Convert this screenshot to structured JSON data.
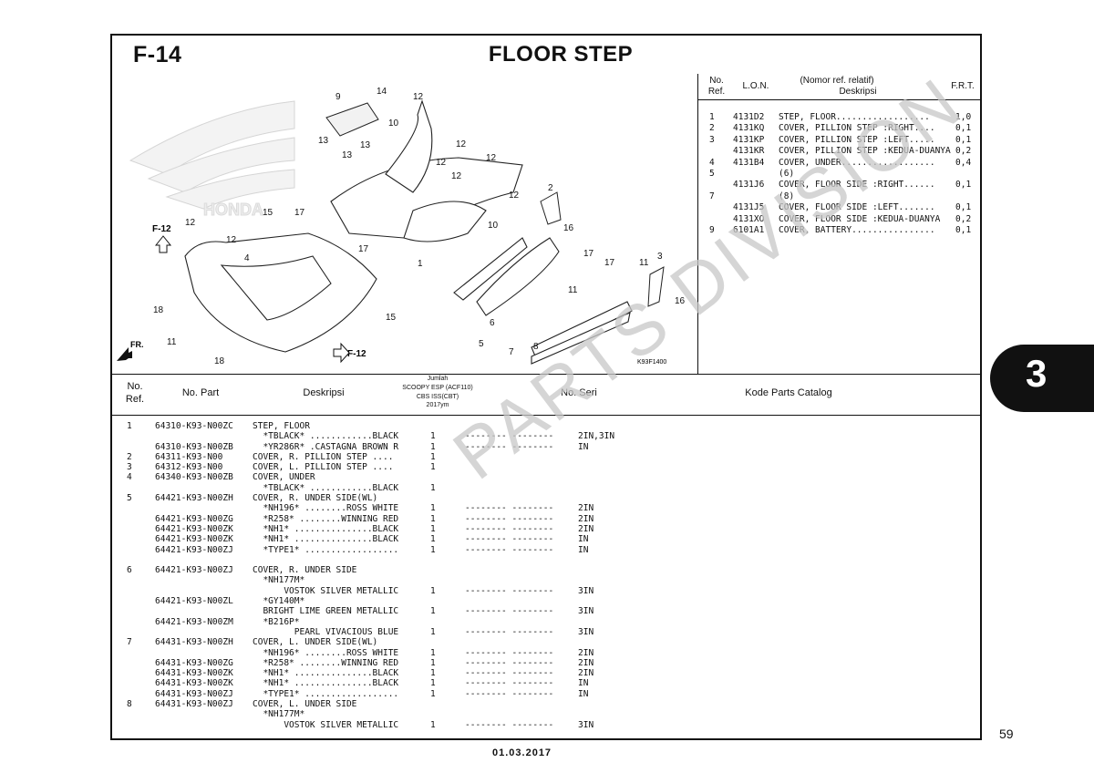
{
  "header": {
    "code": "F-14",
    "title": "FLOOR STEP"
  },
  "diagram": {
    "ref_labels": [
      "9",
      "14",
      "12",
      "10",
      "13",
      "13",
      "13",
      "12",
      "12",
      "12",
      "12",
      "2",
      "12",
      "16",
      "15",
      "17",
      "10",
      "17",
      "12",
      "12",
      "4",
      "1",
      "17",
      "3",
      "17",
      "11",
      "11",
      "16",
      "6",
      "15",
      "18",
      "5",
      "11",
      "7",
      "8",
      "18"
    ],
    "f12_labels": [
      "F-12",
      "F-12"
    ],
    "fr_label": "FR.",
    "drawing_code": "K93F1400",
    "brand_mark": "HONDA"
  },
  "lon_table": {
    "headers": {
      "no": "No.",
      "ref": "Ref.",
      "lon": "L.O.N.",
      "nomor": "(Nomor ref. relatif)",
      "deskripsi": "Deskripsi",
      "frt": "F.R.T."
    },
    "rows": [
      {
        "no": "1",
        "lon": "4131D2",
        "desc": "STEP, FLOOR..................",
        "frt": "1,0"
      },
      {
        "no": "2",
        "lon": "4131KQ",
        "desc": "COVER, PILLION STEP :RIGHT....",
        "frt": "0,1"
      },
      {
        "no": "3",
        "lon": "4131KP",
        "desc": "COVER, PILLION STEP :LEFT.....",
        "frt": "0,1"
      },
      {
        "no": "",
        "lon": "4131KR",
        "desc": "COVER, PILLION STEP :KEDUA-DUANYA",
        "frt": "0,2"
      },
      {
        "no": "4",
        "lon": "4131B4",
        "desc": "COVER, UNDER..................",
        "frt": "0,4"
      },
      {
        "no": "5",
        "lon": "",
        "desc": "(6)",
        "frt": ""
      },
      {
        "no": "",
        "lon": "4131J6",
        "desc": "COVER, FLOOR SIDE :RIGHT......",
        "frt": "0,1"
      },
      {
        "no": "7",
        "lon": "",
        "desc": "(8)",
        "frt": ""
      },
      {
        "no": "",
        "lon": "4131J5",
        "desc": "COVER, FLOOR SIDE :LEFT.......",
        "frt": "0,1"
      },
      {
        "no": "",
        "lon": "4131XO",
        "desc": "COVER, FLOOR SIDE :KEDUA-DUANYA",
        "frt": "0,2"
      },
      {
        "no": "9",
        "lon": "6101A1",
        "desc": "COVER, BATTERY................",
        "frt": "0,1"
      }
    ]
  },
  "parts_table": {
    "headers": {
      "no": "No.",
      "ref": "Ref.",
      "part": "No. Part",
      "desc": "Deskripsi",
      "jumlah": "Jumlah",
      "model": "SCOOPY ESP (ACF110)",
      "cbs": "CBS ISS(CBT)",
      "year": "2017ym",
      "seri": "No. Seri",
      "catalog": "Kode Parts Catalog"
    },
    "rows": [
      {
        "ref": "1",
        "part": "64310-K93-N00ZC",
        "desc": "STEP, FLOOR",
        "qty": "",
        "seri": "",
        "code": ""
      },
      {
        "ref": "",
        "part": "",
        "desc": "  *TBLACK* ............BLACK",
        "qty": "1",
        "seri": "-------- --------",
        "code": "2IN,3IN"
      },
      {
        "ref": "",
        "part": "64310-K93-N00ZB",
        "desc": "  *YR286R* .CASTAGNA BROWN R",
        "qty": "1",
        "seri": "-------- --------",
        "code": "IN"
      },
      {
        "ref": "2",
        "part": "64311-K93-N00",
        "desc": "COVER, R. PILLION STEP ....",
        "qty": "1",
        "seri": "",
        "code": ""
      },
      {
        "ref": "3",
        "part": "64312-K93-N00",
        "desc": "COVER, L. PILLION STEP ....",
        "qty": "1",
        "seri": "",
        "code": ""
      },
      {
        "ref": "4",
        "part": "64340-K93-N00ZB",
        "desc": "COVER, UNDER",
        "qty": "",
        "seri": "",
        "code": ""
      },
      {
        "ref": "",
        "part": "",
        "desc": "  *TBLACK* ............BLACK",
        "qty": "1",
        "seri": "",
        "code": ""
      },
      {
        "ref": "5",
        "part": "64421-K93-N00ZH",
        "desc": "COVER, R. UNDER SIDE(WL)",
        "qty": "",
        "seri": "",
        "code": ""
      },
      {
        "ref": "",
        "part": "",
        "desc": "  *NH196* ........ROSS WHITE",
        "qty": "1",
        "seri": "-------- --------",
        "code": "2IN"
      },
      {
        "ref": "",
        "part": "64421-K93-N00ZG",
        "desc": "  *R258* ........WINNING RED",
        "qty": "1",
        "seri": "-------- --------",
        "code": "2IN"
      },
      {
        "ref": "",
        "part": "64421-K93-N00ZK",
        "desc": "  *NH1* ...............BLACK",
        "qty": "1",
        "seri": "-------- --------",
        "code": "2IN"
      },
      {
        "ref": "",
        "part": "64421-K93-N00ZK",
        "desc": "  *NH1* ...............BLACK",
        "qty": "1",
        "seri": "-------- --------",
        "code": "IN"
      },
      {
        "ref": "",
        "part": "64421-K93-N00ZJ",
        "desc": "  *TYPE1* ..................",
        "qty": "1",
        "seri": "-------- --------",
        "code": "IN"
      },
      {
        "ref": "",
        "part": "",
        "desc": "",
        "qty": "",
        "seri": "",
        "code": ""
      },
      {
        "ref": "6",
        "part": "64421-K93-N00ZJ",
        "desc": "COVER, R. UNDER SIDE",
        "qty": "",
        "seri": "",
        "code": ""
      },
      {
        "ref": "",
        "part": "",
        "desc": "  *NH177M*",
        "qty": "",
        "seri": "",
        "code": ""
      },
      {
        "ref": "",
        "part": "",
        "desc": "      VOSTOK SILVER METALLIC",
        "qty": "1",
        "seri": "-------- --------",
        "code": "3IN"
      },
      {
        "ref": "",
        "part": "64421-K93-N00ZL",
        "desc": "  *GY140M*",
        "qty": "",
        "seri": "",
        "code": ""
      },
      {
        "ref": "",
        "part": "",
        "desc": "  BRIGHT LIME GREEN METALLIC",
        "qty": "1",
        "seri": "-------- --------",
        "code": "3IN"
      },
      {
        "ref": "",
        "part": "64421-K93-N00ZM",
        "desc": "  *B216P*",
        "qty": "",
        "seri": "",
        "code": ""
      },
      {
        "ref": "",
        "part": "",
        "desc": "        PEARL VIVACIOUS BLUE",
        "qty": "1",
        "seri": "-------- --------",
        "code": "3IN"
      },
      {
        "ref": "7",
        "part": "64431-K93-N00ZH",
        "desc": "COVER, L. UNDER SIDE(WL)",
        "qty": "",
        "seri": "",
        "code": ""
      },
      {
        "ref": "",
        "part": "",
        "desc": "  *NH196* ........ROSS WHITE",
        "qty": "1",
        "seri": "-------- --------",
        "code": "2IN"
      },
      {
        "ref": "",
        "part": "64431-K93-N00ZG",
        "desc": "  *R258* ........WINNING RED",
        "qty": "1",
        "seri": "-------- --------",
        "code": "2IN"
      },
      {
        "ref": "",
        "part": "64431-K93-N00ZK",
        "desc": "  *NH1* ...............BLACK",
        "qty": "1",
        "seri": "-------- --------",
        "code": "2IN"
      },
      {
        "ref": "",
        "part": "64431-K93-N00ZK",
        "desc": "  *NH1* ...............BLACK",
        "qty": "1",
        "seri": "-------- --------",
        "code": "IN"
      },
      {
        "ref": "",
        "part": "64431-K93-N00ZJ",
        "desc": "  *TYPE1* ..................",
        "qty": "1",
        "seri": "-------- --------",
        "code": "IN"
      },
      {
        "ref": "8",
        "part": "64431-K93-N00ZJ",
        "desc": "COVER, L. UNDER SIDE",
        "qty": "",
        "seri": "",
        "code": ""
      },
      {
        "ref": "",
        "part": "",
        "desc": "  *NH177M*",
        "qty": "",
        "seri": "",
        "code": ""
      },
      {
        "ref": "",
        "part": "",
        "desc": "      VOSTOK SILVER METALLIC",
        "qty": "1",
        "seri": "-------- --------",
        "code": "3IN"
      }
    ]
  },
  "side_tab": "3",
  "page_number": "59",
  "date": "01.03.2017",
  "watermark": "PARTS DIVISION"
}
